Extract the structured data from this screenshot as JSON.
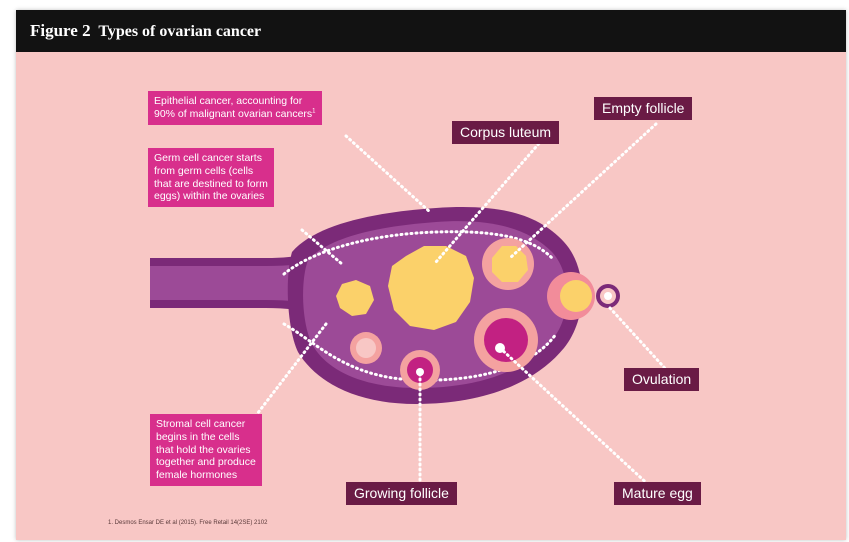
{
  "figure": {
    "number": "Figure 2",
    "title": "Types of ovarian cancer"
  },
  "labels": {
    "epithelial": {
      "line1": "Epithelial cancer, accounting for",
      "line2": "90% of malignant ovarian cancers",
      "sup": "1"
    },
    "germ_cell": [
      "Germ cell cancer starts",
      "from germ cells (cells",
      "that are destined to form",
      "eggs) within the ovaries"
    ],
    "stromal": [
      "Stromal cell cancer",
      "begins in the cells",
      "that hold the ovaries",
      "together and produce",
      "female hormones"
    ],
    "corpus_luteum": "Corpus luteum",
    "empty_follicle": "Empty follicle",
    "ovulation": "Ovulation",
    "growing_follicle": "Growing follicle",
    "mature_egg": "Mature egg"
  },
  "footnote": "1. Desmos Ensar DE et al (2015). Free Retail 14(2SE) 2102",
  "colors": {
    "background": "#f8c7c5",
    "title_bar": "#121212",
    "ovary_outer": "#7b2a78",
    "ovary_inner": "#9c4a97",
    "follicle_yellow": "#fbd16a",
    "follicle_pink": "#f4a2a0",
    "mature_magenta": "#c22182",
    "label_pink": "#d82f8c",
    "label_dark": "#6a1b45"
  }
}
